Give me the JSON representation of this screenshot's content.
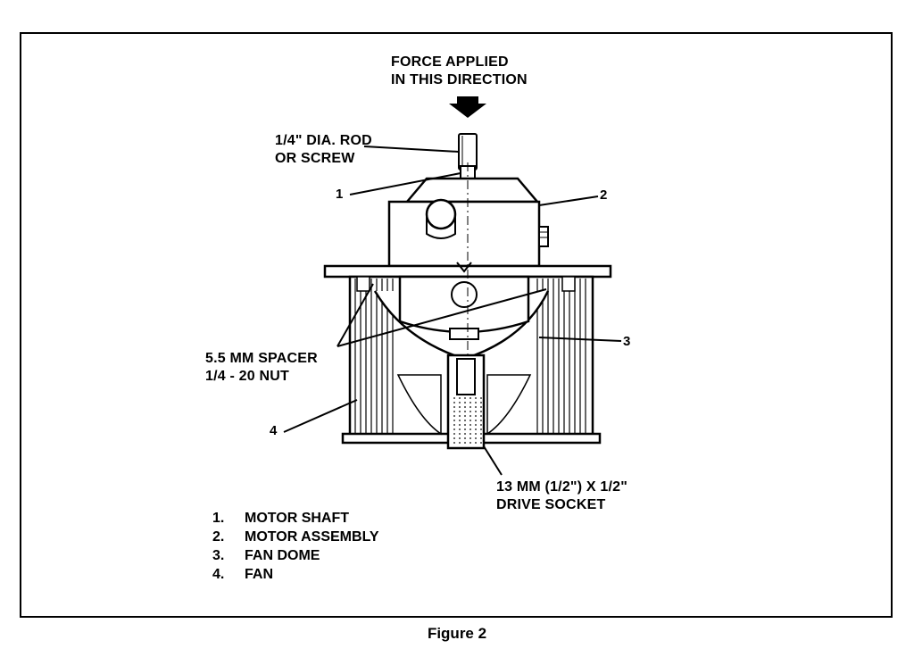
{
  "labels": {
    "force_line1": "FORCE APPLIED",
    "force_line2": "IN THIS DIRECTION",
    "rod_line1": "1/4\" DIA. ROD",
    "rod_line2": "OR SCREW",
    "spacer_line1": "5.5 MM SPACER",
    "spacer_line2": "1/4 - 20 NUT",
    "socket_line1": "13 MM (1/2\") X 1/2\"",
    "socket_line2": "DRIVE SOCKET"
  },
  "callouts": [
    "1",
    "2",
    "3",
    "4"
  ],
  "legend": [
    {
      "num": "1.",
      "text": "MOTOR SHAFT"
    },
    {
      "num": "2.",
      "text": "MOTOR ASSEMBLY"
    },
    {
      "num": "3.",
      "text": "FAN DOME"
    },
    {
      "num": "4.",
      "text": "FAN"
    }
  ],
  "caption": "Figure 2"
}
